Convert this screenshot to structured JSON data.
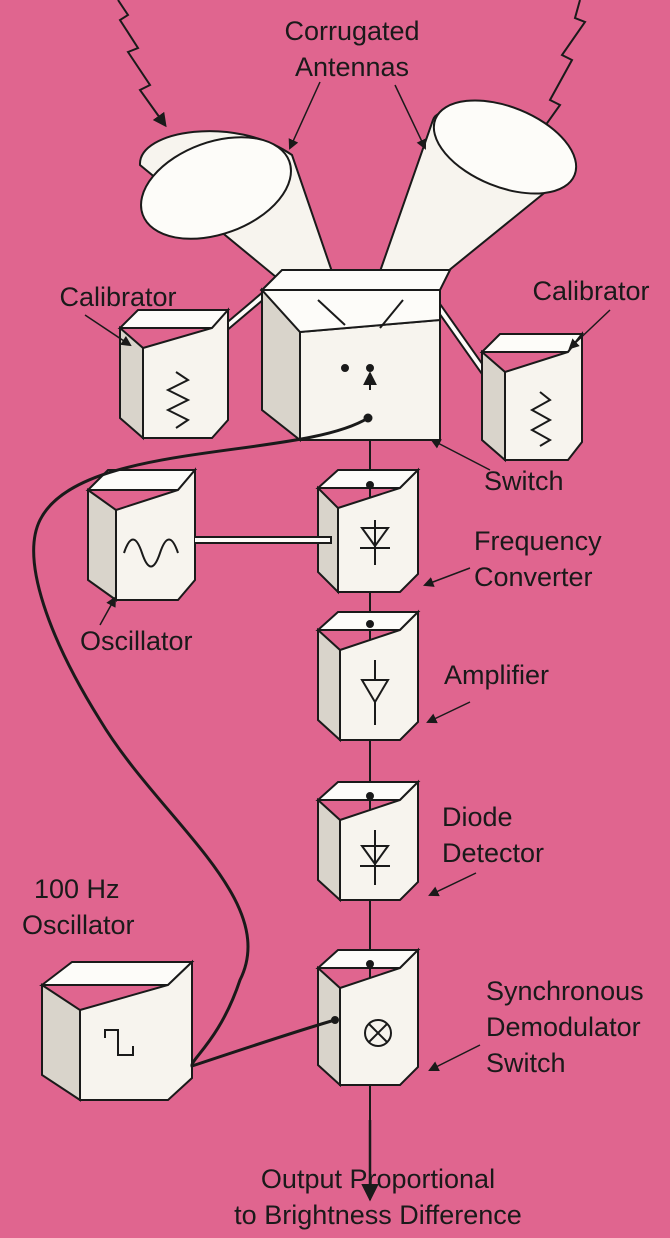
{
  "labels": {
    "antennas_line1": "Corrugated",
    "antennas_line2": "Antennas",
    "calibrator_left": "Calibrator",
    "calibrator_right": "Calibrator",
    "switch": "Switch",
    "freq_line1": "Frequency",
    "freq_line2": "Converter",
    "oscillator": "Oscillator",
    "amplifier": "Amplifier",
    "diode_line1": "Diode",
    "diode_line2": "Detector",
    "osc100_line1": "100 Hz",
    "osc100_line2": "Oscillator",
    "sync_line1": "Synchronous",
    "sync_line2": "Demodulator",
    "sync_line3": "Switch",
    "output_line1": "Output Proportional",
    "output_line2": "to Brightness Difference"
  },
  "colors": {
    "background": "#e0658f",
    "box_front": "#f7f4ee",
    "box_top": "#fdfcf9",
    "box_side": "#d9d4cb",
    "line": "#1a1a1a"
  }
}
